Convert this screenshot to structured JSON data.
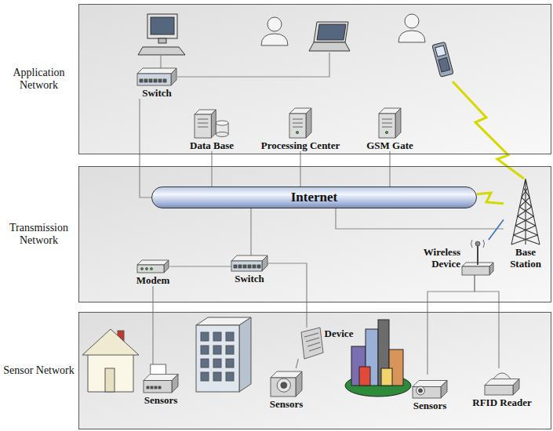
{
  "diagram": {
    "nodes": [
      {
        "text": [
          "Application Network"
        ]
      },
      {
        "text": [
          "Switch"
        ],
        "in": 0
      },
      {
        "text": [
          "Data Base"
        ],
        "in": 0
      },
      {
        "text": [
          "Processing Center"
        ],
        "in": 0
      },
      {
        "text": [
          "GSM Gate"
        ],
        "in": 0
      },
      {
        "text": [
          "Transmission Network"
        ]
      },
      {
        "text": [
          "Internet"
        ],
        "in": 5
      },
      {
        "text": [
          "Modem"
        ],
        "in": 5
      },
      {
        "text": [
          "Switch"
        ],
        "in": 5
      },
      {
        "text": [
          "Wireless Device"
        ],
        "in": 5
      },
      {
        "text": [
          "Base Station"
        ],
        "in": 5
      },
      {
        "text": [
          "Sensor Network"
        ]
      },
      {
        "text": [
          "Sensors"
        ],
        "in": 11
      },
      {
        "text": [
          "Sensors"
        ],
        "in": 11
      },
      {
        "text": [
          "Device"
        ],
        "in": 11
      },
      {
        "text": [
          "Sensors"
        ],
        "in": 11
      },
      {
        "text": [
          "RFID Reader"
        ],
        "in": 11
      }
    ],
    "edges": [
      {
        "from": 1,
        "to": 6,
        "arrow": "none"
      },
      {
        "from": 2,
        "to": 6,
        "arrow": "none"
      },
      {
        "from": 3,
        "to": 6,
        "arrow": "none"
      },
      {
        "from": 4,
        "to": 6,
        "arrow": "none"
      },
      {
        "from": 6,
        "to": 8,
        "arrow": "none"
      },
      {
        "from": 7,
        "to": 8,
        "arrow": "none"
      },
      {
        "from": 6,
        "to": 10,
        "arrow": "none"
      },
      {
        "from": 6,
        "to": 10,
        "arrow": "none"
      },
      {
        "from": 9,
        "to": 10,
        "arrow": "none"
      },
      {
        "from": 7,
        "to": 12,
        "arrow": "none"
      },
      {
        "from": 8,
        "to": 14,
        "arrow": "none"
      },
      {
        "from": 14,
        "to": 13,
        "arrow": "none"
      },
      {
        "from": 9,
        "to": 15,
        "arrow": "none"
      },
      {
        "from": 9,
        "to": 16,
        "arrow": "none"
      }
    ]
  }
}
